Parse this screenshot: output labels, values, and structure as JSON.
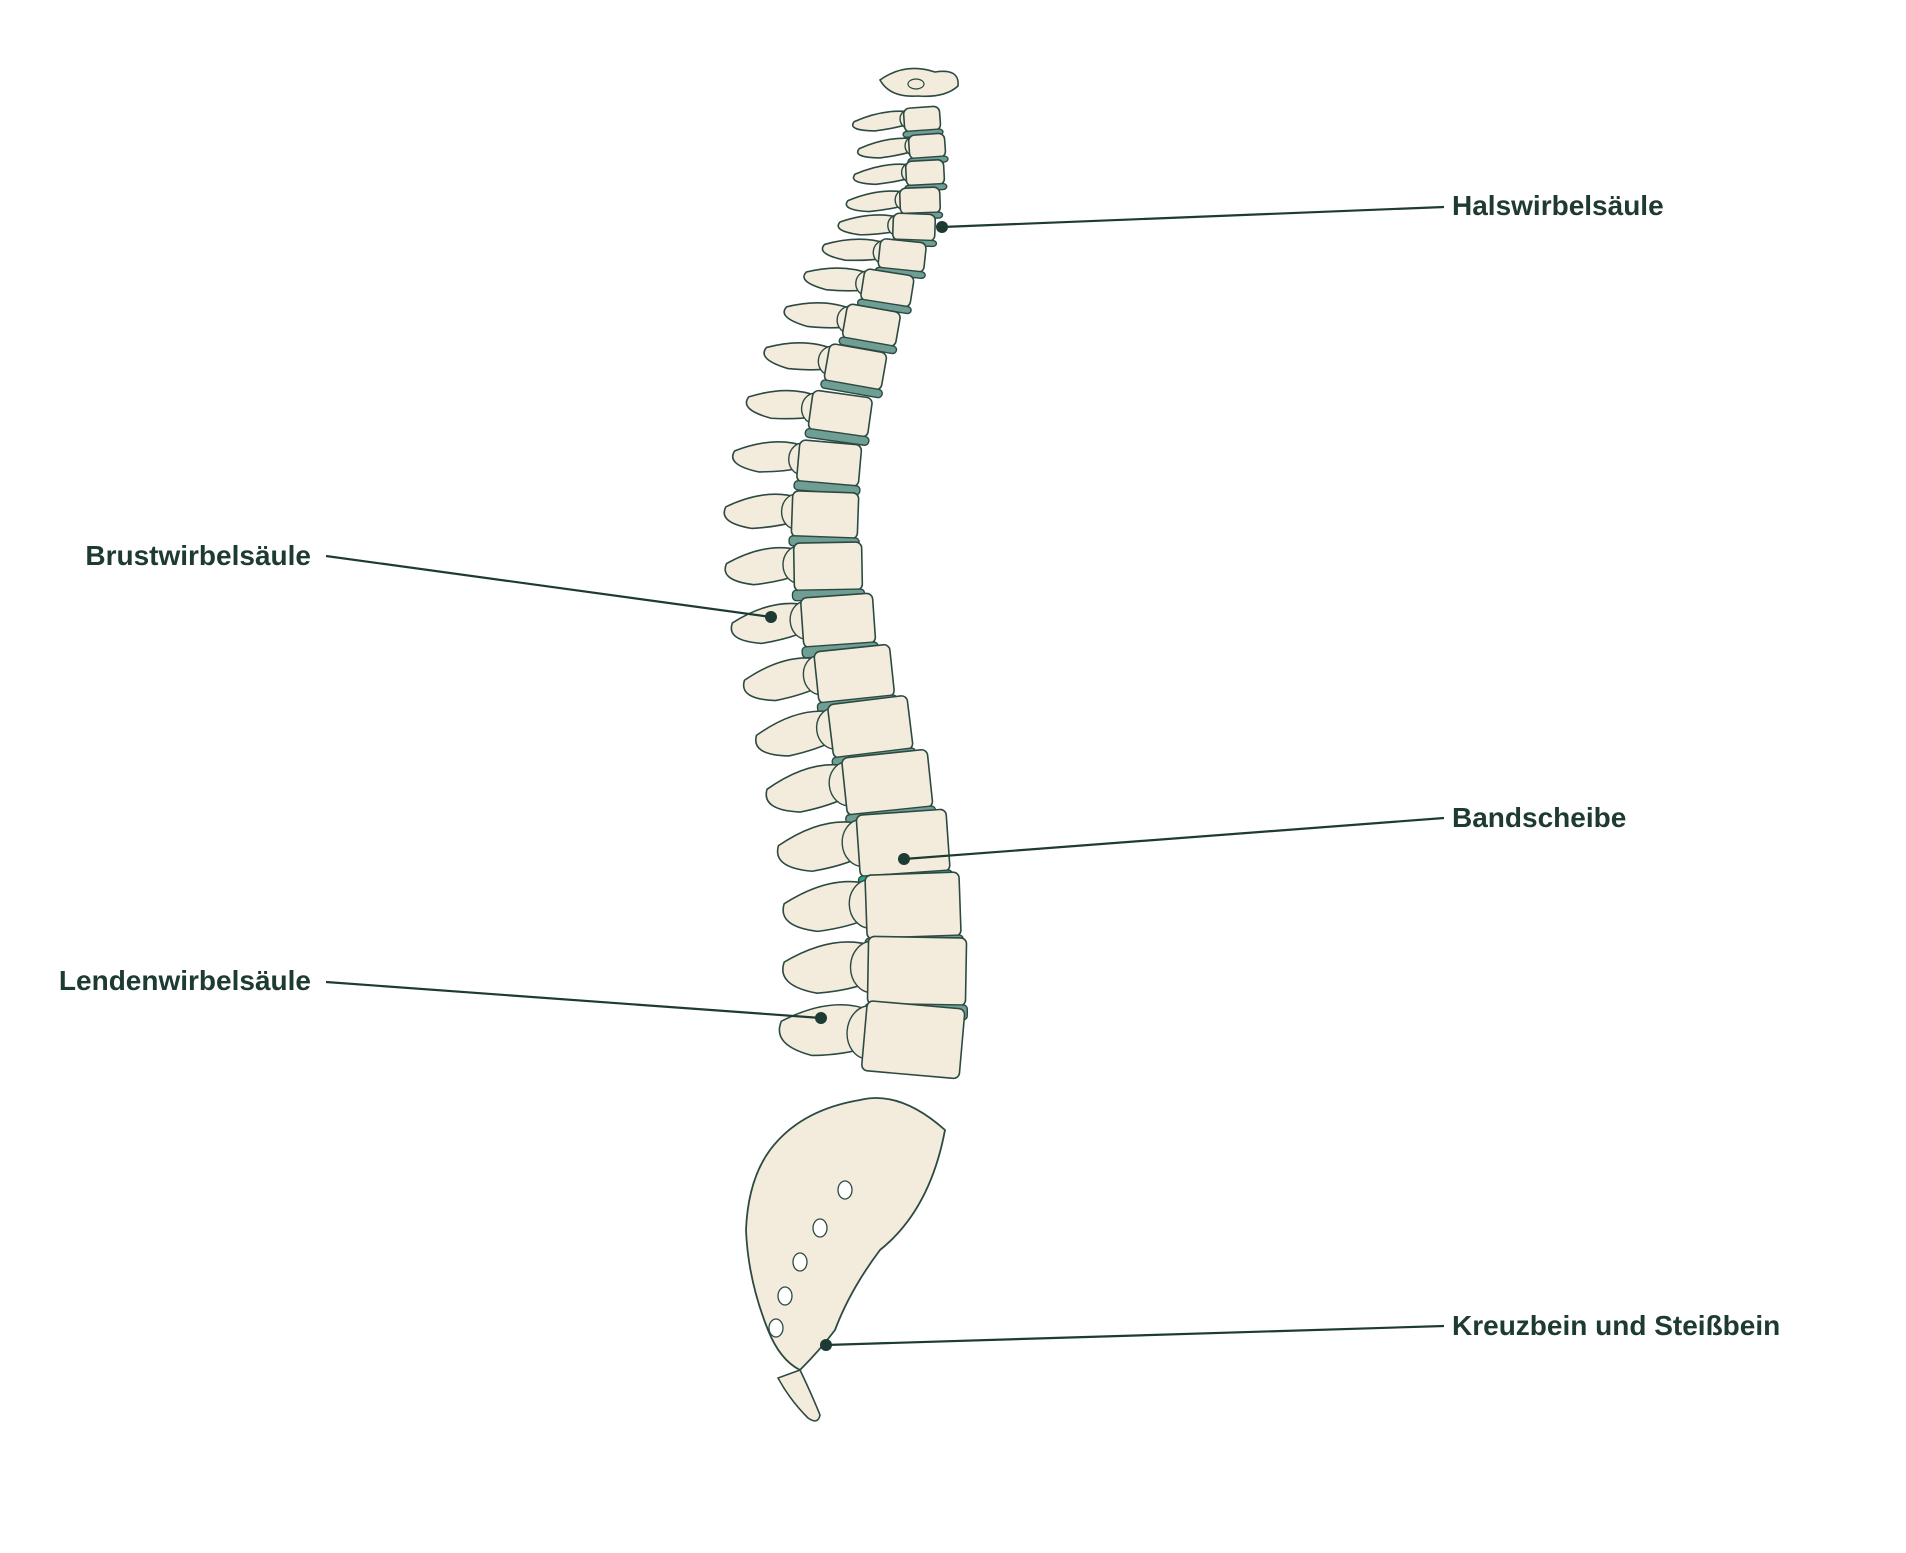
{
  "labels": {
    "cervical": "Halswirbelsäule",
    "thoracic": "Brustwirbelsäule",
    "disc": "Bandscheibe",
    "lumbar": "Lendenwirbelsäule",
    "sacrum_coccyx": "Kreuzbein und Steißbein"
  },
  "colors": {
    "bone_fill": "#f3ecdc",
    "bone_stroke": "#2c4a42",
    "disc": "#6f9e95",
    "disc_highlight": "#2aa691",
    "leader": "#1d3a33",
    "text": "#1d3a33"
  }
}
